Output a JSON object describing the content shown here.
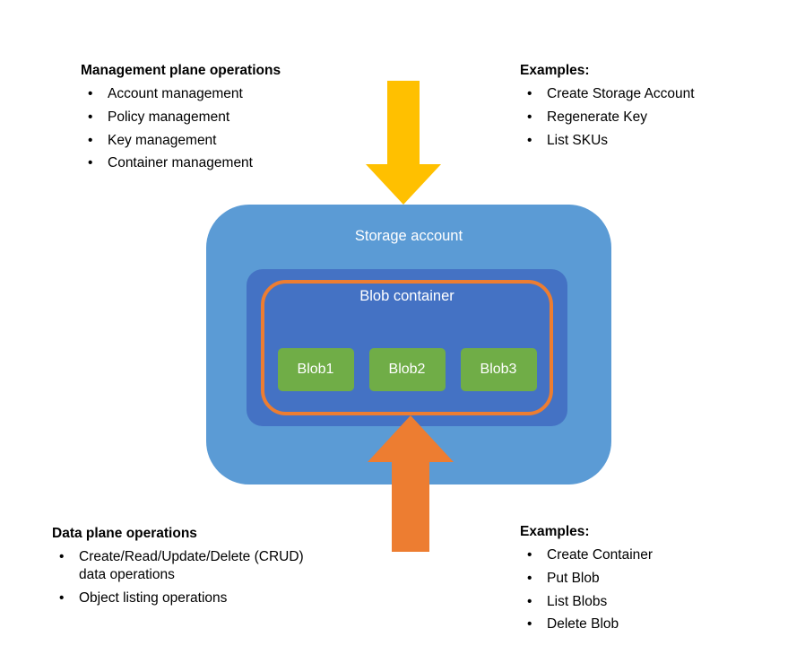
{
  "management_plane": {
    "title": "Management plane operations",
    "items": [
      "Account management",
      "Policy management",
      "Key management",
      "Container management"
    ]
  },
  "management_examples": {
    "title": "Examples:",
    "items": [
      "Create Storage Account",
      "Regenerate Key",
      "List SKUs"
    ]
  },
  "data_plane": {
    "title": "Data plane operations",
    "items": [
      "Create/Read/Update/Delete (CRUD) data operations",
      "Object listing operations"
    ]
  },
  "data_examples": {
    "title": "Examples:",
    "items": [
      "Create Container",
      "Put Blob",
      "List Blobs",
      "Delete Blob"
    ]
  },
  "storage_account": {
    "label": "Storage account"
  },
  "blob_container": {
    "label": "Blob container",
    "blobs": [
      "Blob1",
      "Blob2",
      "Blob3"
    ]
  },
  "colors": {
    "storage_box": "#5B9BD5",
    "blob_container_box": "#4472C4",
    "blob_container_border": "#ED7D31",
    "blob_box": "#70AD47",
    "management_arrow": "#FFC000",
    "data_arrow": "#ED7D31"
  }
}
